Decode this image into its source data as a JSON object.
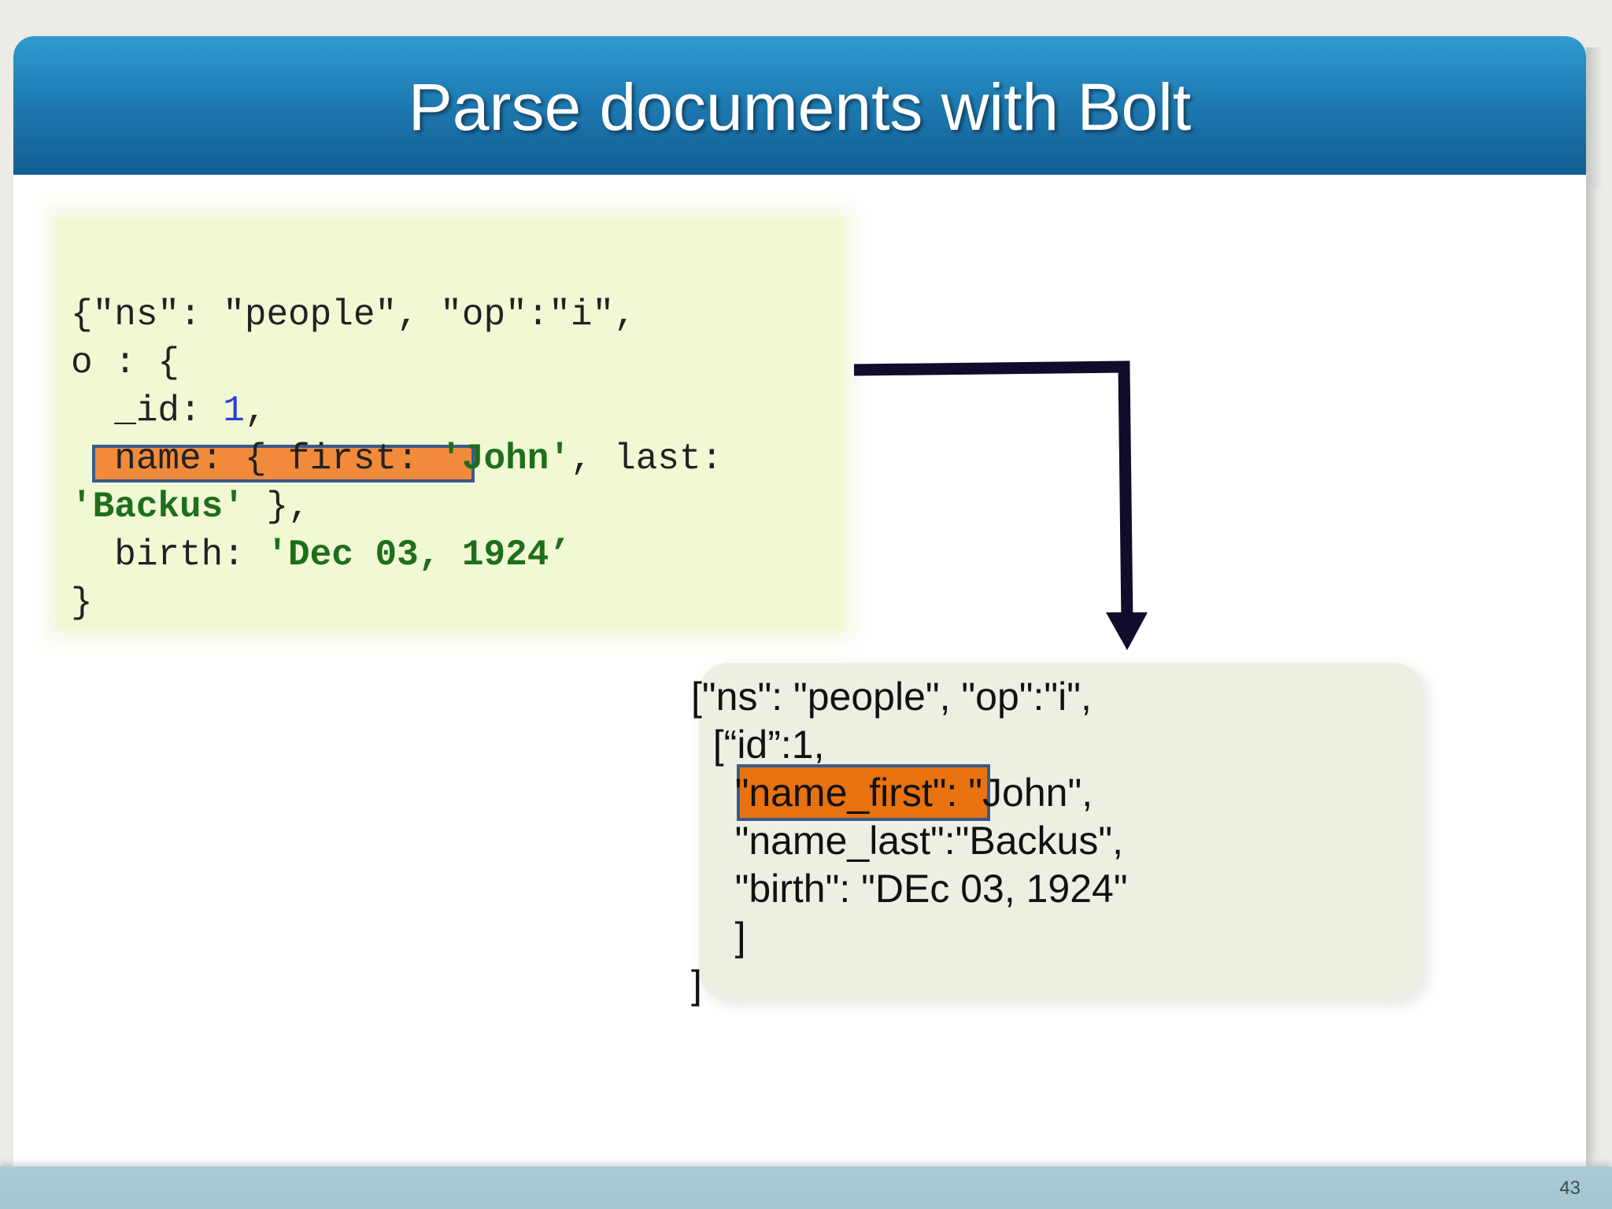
{
  "slide": {
    "title": "Parse documents with Bolt",
    "page_number": "43"
  },
  "source_document": {
    "lines": [
      {
        "segments": [
          {
            "text": "{\"ns\": \"people\", \"op\":\"i\","
          }
        ]
      },
      {
        "segments": [
          {
            "text": "o : {"
          }
        ]
      },
      {
        "segments": [
          {
            "text": "  _id: "
          },
          {
            "text": "1",
            "style": "num"
          },
          {
            "text": ","
          }
        ]
      },
      {
        "segments": [
          {
            "text": "  name: { first: "
          },
          {
            "text": "'John'",
            "style": "str"
          },
          {
            "text": ", last:"
          }
        ]
      },
      {
        "segments": [
          {
            "text": "'Backus'",
            "style": "str"
          },
          {
            "text": " },"
          }
        ]
      },
      {
        "segments": [
          {
            "text": "  birth: "
          },
          {
            "text": "'Dec 03, 1924’",
            "style": "str"
          }
        ]
      },
      {
        "segments": [
          {
            "text": "}"
          }
        ]
      }
    ],
    "highlighted": "name: { first:"
  },
  "parsed_document": {
    "lines": [
      "[\"ns\": \"people\", \"op\":\"i\",",
      "  [“id”:1,",
      "    \"name_first\": \"John\",",
      "    \"name_last\":\"Backus\",",
      "    \"birth\": \"DEc 03, 1924\"",
      "    ]",
      "]"
    ],
    "highlighted": "\"name_first\":"
  },
  "colors": {
    "title_bar": "#1f7cb4",
    "highlight_source": "#f28a3c",
    "highlight_result": "#e8720f",
    "highlight_border": "#3b5a8a",
    "string_literal": "#1f6e1b",
    "number_literal": "#2a3fd6",
    "arrow": "#0f0c2c"
  }
}
